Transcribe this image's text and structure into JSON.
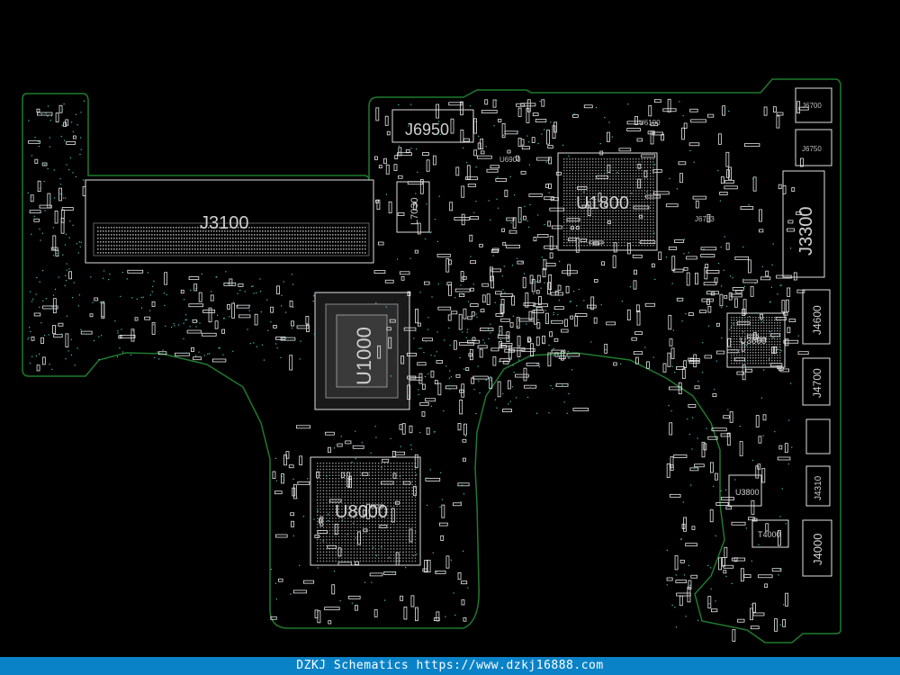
{
  "board": {
    "outline_color": "#1f7a2e",
    "part_color": "#e8e8e8",
    "pad_color": "#9a9a9a",
    "via_color": "#4bc8c8"
  },
  "components": {
    "j6950": "J6950",
    "j3100": "J3100",
    "u1800": "U1800",
    "u1000": "U1000",
    "u8000": "U8000",
    "l7030": "L7030",
    "j3300": "J3300",
    "j6700": "J6700",
    "j6750": "J6750",
    "j4600": "J4600",
    "j4700": "J4700",
    "j4310": "J4310",
    "j4000": "J4000",
    "u3600": "U3600",
    "u3800": "U3800",
    "t4000": "T4000",
    "u6100": "U6100",
    "u6900": "U6900",
    "j6783": "J6783"
  },
  "footer": {
    "text": "DZKJ Schematics https://www.dzkj16888.com"
  }
}
